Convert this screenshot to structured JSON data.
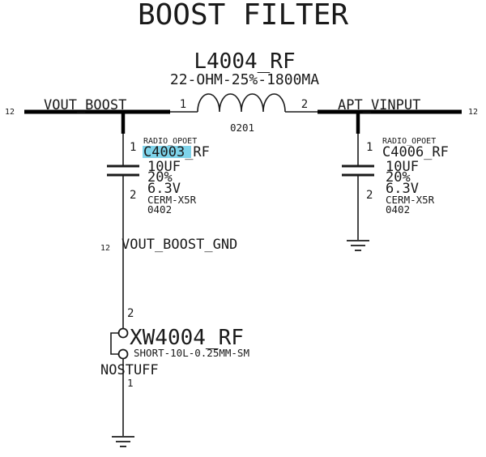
{
  "title": "BOOST FILTER",
  "inductor": {
    "refdes": "L4004_RF",
    "value": "22-OHM-25%-1800MA",
    "package": "0201",
    "pin1": "1",
    "pin2": "2"
  },
  "nets": {
    "left": {
      "name": "VOUT_BOOST",
      "page": "12"
    },
    "right": {
      "name": "APT_VINPUT",
      "page": "12"
    },
    "ground_net": {
      "name": "VOUT_BOOST_GND",
      "page": "12"
    }
  },
  "capacitors": [
    {
      "tag": "RADIO_OPOET",
      "refdes": "C4003_RF",
      "refdes_highlighted": "C4003",
      "refdes_rest": "_RF",
      "value": "10UF",
      "tolerance": "20%",
      "voltage": "6.3V",
      "dielectric": "CERM-X5R",
      "package": "0402",
      "pin1": "1",
      "pin2": "2"
    },
    {
      "tag": "RADIO_OPOET",
      "refdes": "C4006_RF",
      "value": "10UF",
      "tolerance": "20%",
      "voltage": "6.3V",
      "dielectric": "CERM-X5R",
      "package": "0402",
      "pin1": "1",
      "pin2": "2"
    }
  ],
  "shorting_element": {
    "refdes": "XW4004_RF",
    "value": "SHORT-10L-0.25MM-SM",
    "note": "NOSTUFF",
    "pin_top": "2",
    "pin_bottom": "1"
  },
  "colors": {
    "line": "#1a1a1a",
    "highlight": "#7ed3ea",
    "background": "#ffffff"
  }
}
